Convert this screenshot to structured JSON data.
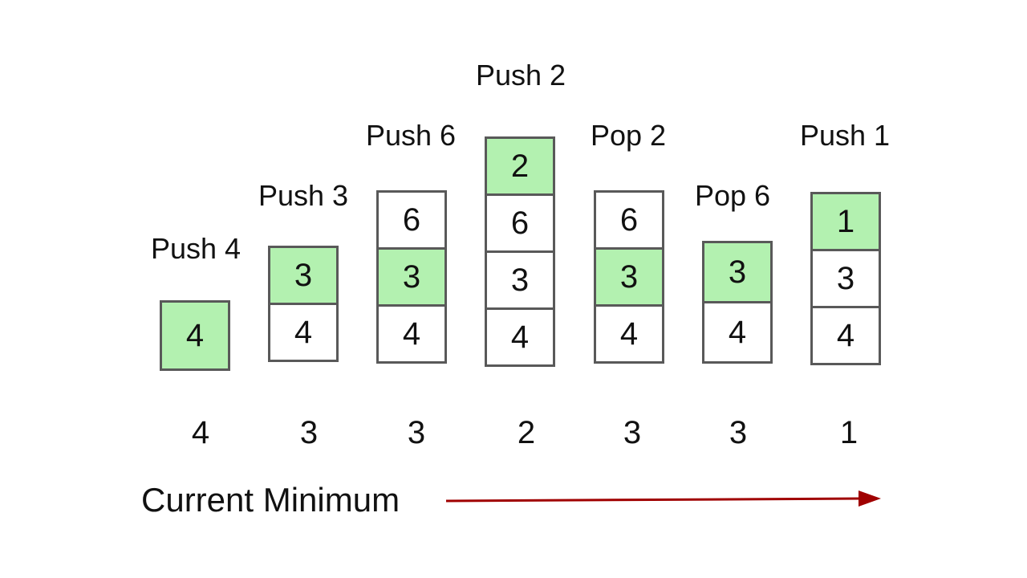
{
  "steps": [
    {
      "operation": "Push 4",
      "stack_top_first": [
        "4"
      ],
      "highlighted": "4",
      "current_minimum": "4"
    },
    {
      "operation": "Push 3",
      "stack_top_first": [
        "3",
        "4"
      ],
      "highlighted": "3",
      "current_minimum": "3"
    },
    {
      "operation": "Push 6",
      "stack_top_first": [
        "6",
        "3",
        "4"
      ],
      "highlighted": "3",
      "current_minimum": "3"
    },
    {
      "operation": "Push 2",
      "stack_top_first": [
        "2",
        "6",
        "3",
        "4"
      ],
      "highlighted": "2",
      "current_minimum": "2"
    },
    {
      "operation": "Pop 2",
      "stack_top_first": [
        "6",
        "3",
        "4"
      ],
      "highlighted": "3",
      "current_minimum": "3"
    },
    {
      "operation": "Pop 6",
      "stack_top_first": [
        "3",
        "4"
      ],
      "highlighted": "3",
      "current_minimum": "3"
    },
    {
      "operation": "Push 1",
      "stack_top_first": [
        "1",
        "3",
        "4"
      ],
      "highlighted": "1",
      "current_minimum": "1"
    }
  ],
  "caption": "Current Minimum",
  "colors": {
    "minimum_cell": "#b3f1b0",
    "cell_border": "#595959",
    "arrow": "#a00000"
  },
  "icons": {
    "progress_arrow": "right-arrow-icon"
  }
}
